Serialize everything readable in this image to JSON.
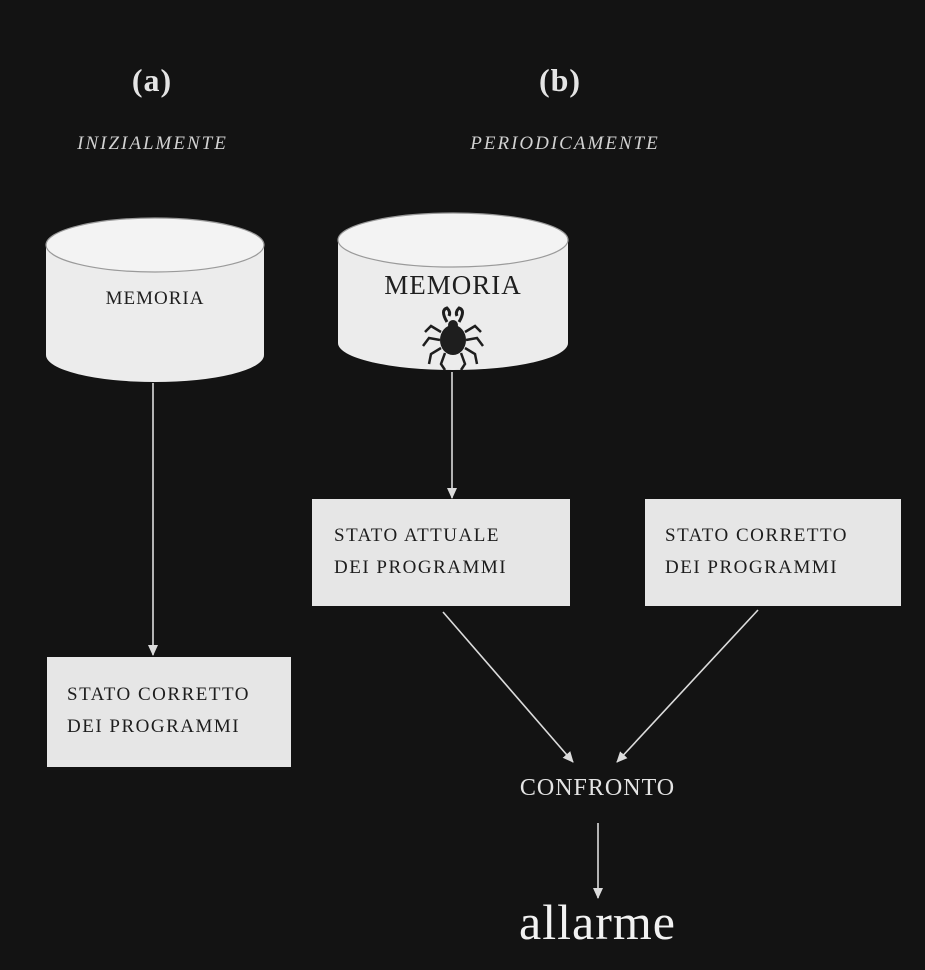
{
  "panels": {
    "a": {
      "label": "(a)",
      "phase": "INIZIALMENTE"
    },
    "b": {
      "label": "(b)",
      "phase": "PERIODICAMENTE"
    }
  },
  "memory_a": {
    "label": "MEMORIA"
  },
  "memory_b": {
    "label": "MEMORIA",
    "icon": "bug-crab-icon"
  },
  "box_correct_a": {
    "line1": "STATO  CORRETTO",
    "line2": "DEI PROGRAMMI"
  },
  "box_current_b": {
    "line1": "STATO  ATTUALE",
    "line2": "DEI  PROGRAMMI"
  },
  "box_correct_b": {
    "line1": "STATO  CORRETTO",
    "line2": "DEI  PROGRAMMI"
  },
  "compare": {
    "label": "CONFRONTO"
  },
  "alarm": {
    "label": "allarme"
  },
  "colors": {
    "background": "#131313",
    "box": "#e6e6e6",
    "text_light": "#e4e4e4",
    "arrow": "#dcdcdc"
  }
}
